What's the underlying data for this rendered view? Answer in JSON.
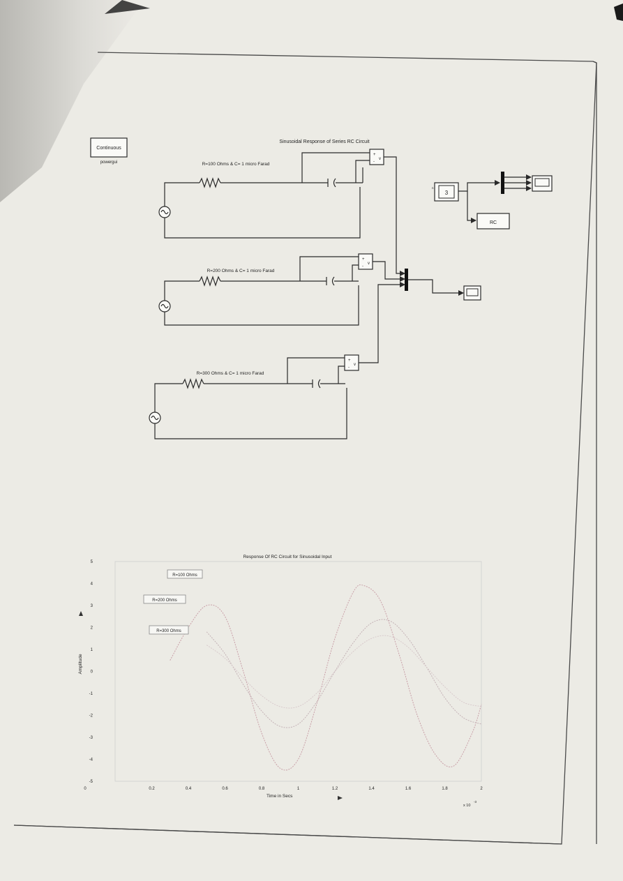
{
  "diagram": {
    "title": "Sinusoidal Response of Series RC Circuit",
    "powergui": {
      "label": "Continuous",
      "caption": "powergui"
    },
    "branches": [
      {
        "label": "R=100 Ohms & C= 1 micro Farad"
      },
      {
        "label": "R=200 Ohms & C= 1 micro Farad"
      },
      {
        "label": "R=300 Ohms & C= 1 micro Farad"
      }
    ],
    "voltmeter": {
      "plus": "+",
      "minus": "-",
      "v": "v"
    },
    "subsystem": {
      "label": "RC",
      "constant": "3",
      "port": "n"
    }
  },
  "chart_data": {
    "type": "line",
    "title": "Response Of RC Circuit for Sinusoidal Input",
    "xlabel": "Time in Secs",
    "ylabel": "Amplitude",
    "xlim": [
      0,
      2
    ],
    "ylim": [
      -5,
      5
    ],
    "x_ticks": [
      "0",
      "0.2",
      "0.4",
      "0.6",
      "0.8",
      "1",
      "1.2",
      "1.4",
      "1.6",
      "1.8",
      "2"
    ],
    "y_ticks": [
      "5",
      "4",
      "3",
      "2",
      "1",
      "0",
      "-1",
      "-2",
      "-3",
      "-4",
      "-5"
    ],
    "x_multiplier": "x 10",
    "x_multiplier_exp": "-3",
    "annotations": [
      "R=100 Ohms",
      "R=200 Ohms",
      "R=300 Ohms"
    ],
    "grid": false,
    "series": [
      {
        "color": "#c9a0a8",
        "x": [
          0.3,
          0.4,
          0.5,
          0.6,
          0.7,
          0.8,
          0.9,
          1.0,
          1.1,
          1.2,
          1.3,
          1.36,
          1.45,
          1.55,
          1.65,
          1.75,
          1.85,
          1.95,
          2.0
        ],
        "y": [
          0.5,
          2.0,
          3.0,
          2.5,
          0.0,
          -2.8,
          -4.4,
          -4.0,
          -1.5,
          1.5,
          3.6,
          3.9,
          3.2,
          0.8,
          -2.0,
          -3.8,
          -4.3,
          -2.8,
          -1.5
        ]
      },
      {
        "color": "#c4b2b6",
        "x": [
          0.5,
          0.6,
          0.7,
          0.8,
          0.9,
          1.0,
          1.1,
          1.2,
          1.3,
          1.4,
          1.5,
          1.6,
          1.7,
          1.8,
          1.9,
          2.0
        ],
        "y": [
          1.8,
          0.8,
          -0.6,
          -1.8,
          -2.5,
          -2.4,
          -1.4,
          0.0,
          1.3,
          2.2,
          2.3,
          1.5,
          0.2,
          -1.2,
          -2.1,
          -2.4
        ]
      },
      {
        "color": "#d8cacc",
        "x": [
          0.5,
          0.6,
          0.7,
          0.8,
          0.9,
          1.0,
          1.1,
          1.2,
          1.3,
          1.4,
          1.5,
          1.6,
          1.7,
          1.8,
          1.9,
          2.0
        ],
        "y": [
          1.2,
          0.6,
          -0.3,
          -1.1,
          -1.6,
          -1.6,
          -1.0,
          0.0,
          0.9,
          1.5,
          1.6,
          1.1,
          0.2,
          -0.7,
          -1.4,
          -1.6
        ]
      }
    ]
  }
}
